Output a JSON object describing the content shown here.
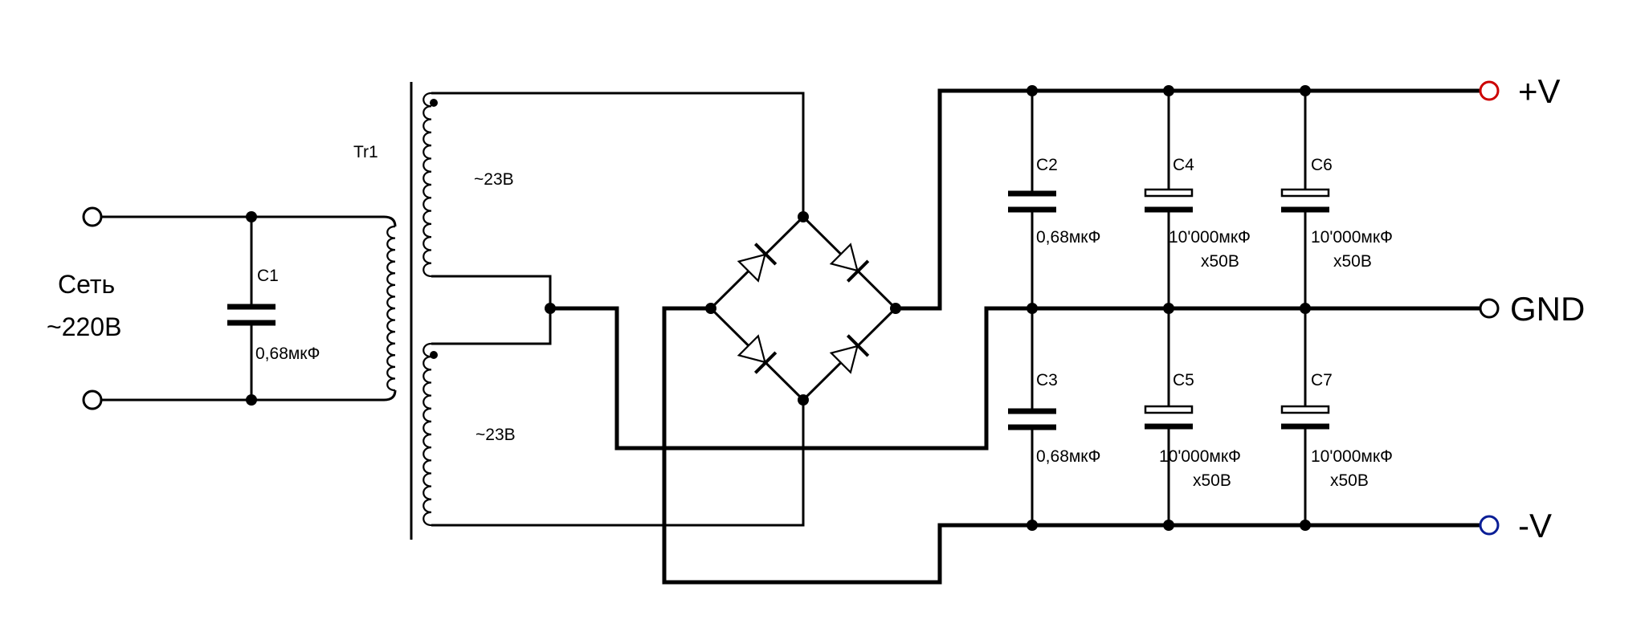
{
  "mains": {
    "line1": "Сеть",
    "line2": "~220В"
  },
  "transformer": {
    "name": "Tr1",
    "secondary_top": "~23В",
    "secondary_bottom": "~23В"
  },
  "capacitors": {
    "c1": {
      "name": "C1",
      "value": "0,68мкФ"
    },
    "c2": {
      "name": "C2",
      "value": "0,68мкФ"
    },
    "c3": {
      "name": "C3",
      "value": "0,68мкФ"
    },
    "c4": {
      "name": "C4",
      "value": "10'000мкФ",
      "voltage": "x50В"
    },
    "c5": {
      "name": "C5",
      "value": "10'000мкФ",
      "voltage": "x50В"
    },
    "c6": {
      "name": "C6",
      "value": "10'000мкФ",
      "voltage": "x50В"
    },
    "c7": {
      "name": "C7",
      "value": "10'000мкФ",
      "voltage": "x50В"
    }
  },
  "outputs": {
    "positive": "+V",
    "ground": "GND",
    "negative": "-V"
  },
  "colors": {
    "positive_rail": "#cc0000",
    "negative_rail": "#0a1e96",
    "wire": "#000000"
  }
}
